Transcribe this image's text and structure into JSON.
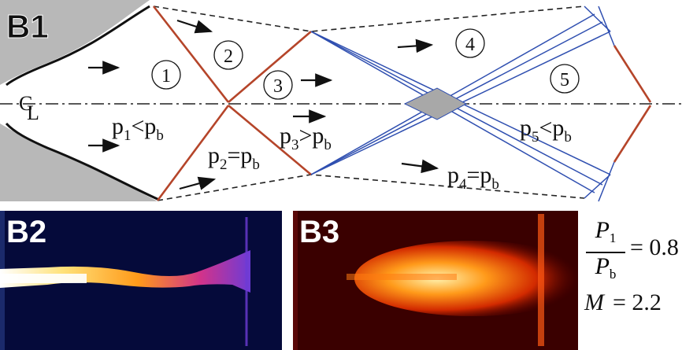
{
  "panels": {
    "b1": "B1",
    "b2": "B2",
    "b3": "B3"
  },
  "centerline": {
    "c": "C",
    "l": "L"
  },
  "regions": [
    "1",
    "2",
    "3",
    "4",
    "5"
  ],
  "pressure_labels": {
    "p1": {
      "p": "p",
      "i": "1",
      "op": "<",
      "b": "p",
      "bi": "b"
    },
    "p2": {
      "p": "p",
      "i": "2",
      "op": "=",
      "b": "p",
      "bi": "b"
    },
    "p3": {
      "p": "p",
      "i": "3",
      "op": ">",
      "b": "p",
      "bi": "b"
    },
    "p4": {
      "p": "p",
      "i": "4",
      "op": "=",
      "b": "p",
      "bi": "b"
    },
    "p5": {
      "p": "p",
      "i": "5",
      "op": "<",
      "b": "p",
      "bi": "b"
    }
  },
  "equations": {
    "ratio_num": "P",
    "ratio_num_sub": "1",
    "ratio_den": "P",
    "ratio_den_sub": "b",
    "ratio_rhs": "= 0.8",
    "mach_lhs": "M",
    "mach_rhs": "= 2.2"
  },
  "colors": {
    "nozzle_fill": "#b8b8b8",
    "nozzle_wall": "#111111",
    "shock": "#b5452a",
    "expansion": "#2f4fb0",
    "b2_background": "#050a3a",
    "b3_background": "#3a0000"
  }
}
